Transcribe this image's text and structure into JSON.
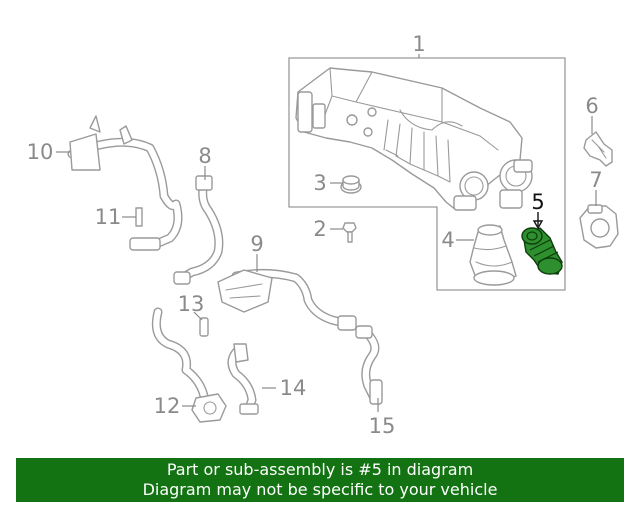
{
  "diagram": {
    "callouts": [
      "1",
      "2",
      "3",
      "4",
      "5",
      "6",
      "7",
      "8",
      "9",
      "10",
      "11",
      "12",
      "13",
      "14",
      "15"
    ],
    "highlighted_callout": "5"
  },
  "colors": {
    "highlight_fill": "#2e8f2e",
    "banner_background": "#137313",
    "banner_text": "#ffffff",
    "line_art": "#9a9a9a"
  },
  "banner": {
    "line1": "Part or sub-assembly is #5 in diagram",
    "line2": "Diagram may not be specific to your vehicle"
  }
}
